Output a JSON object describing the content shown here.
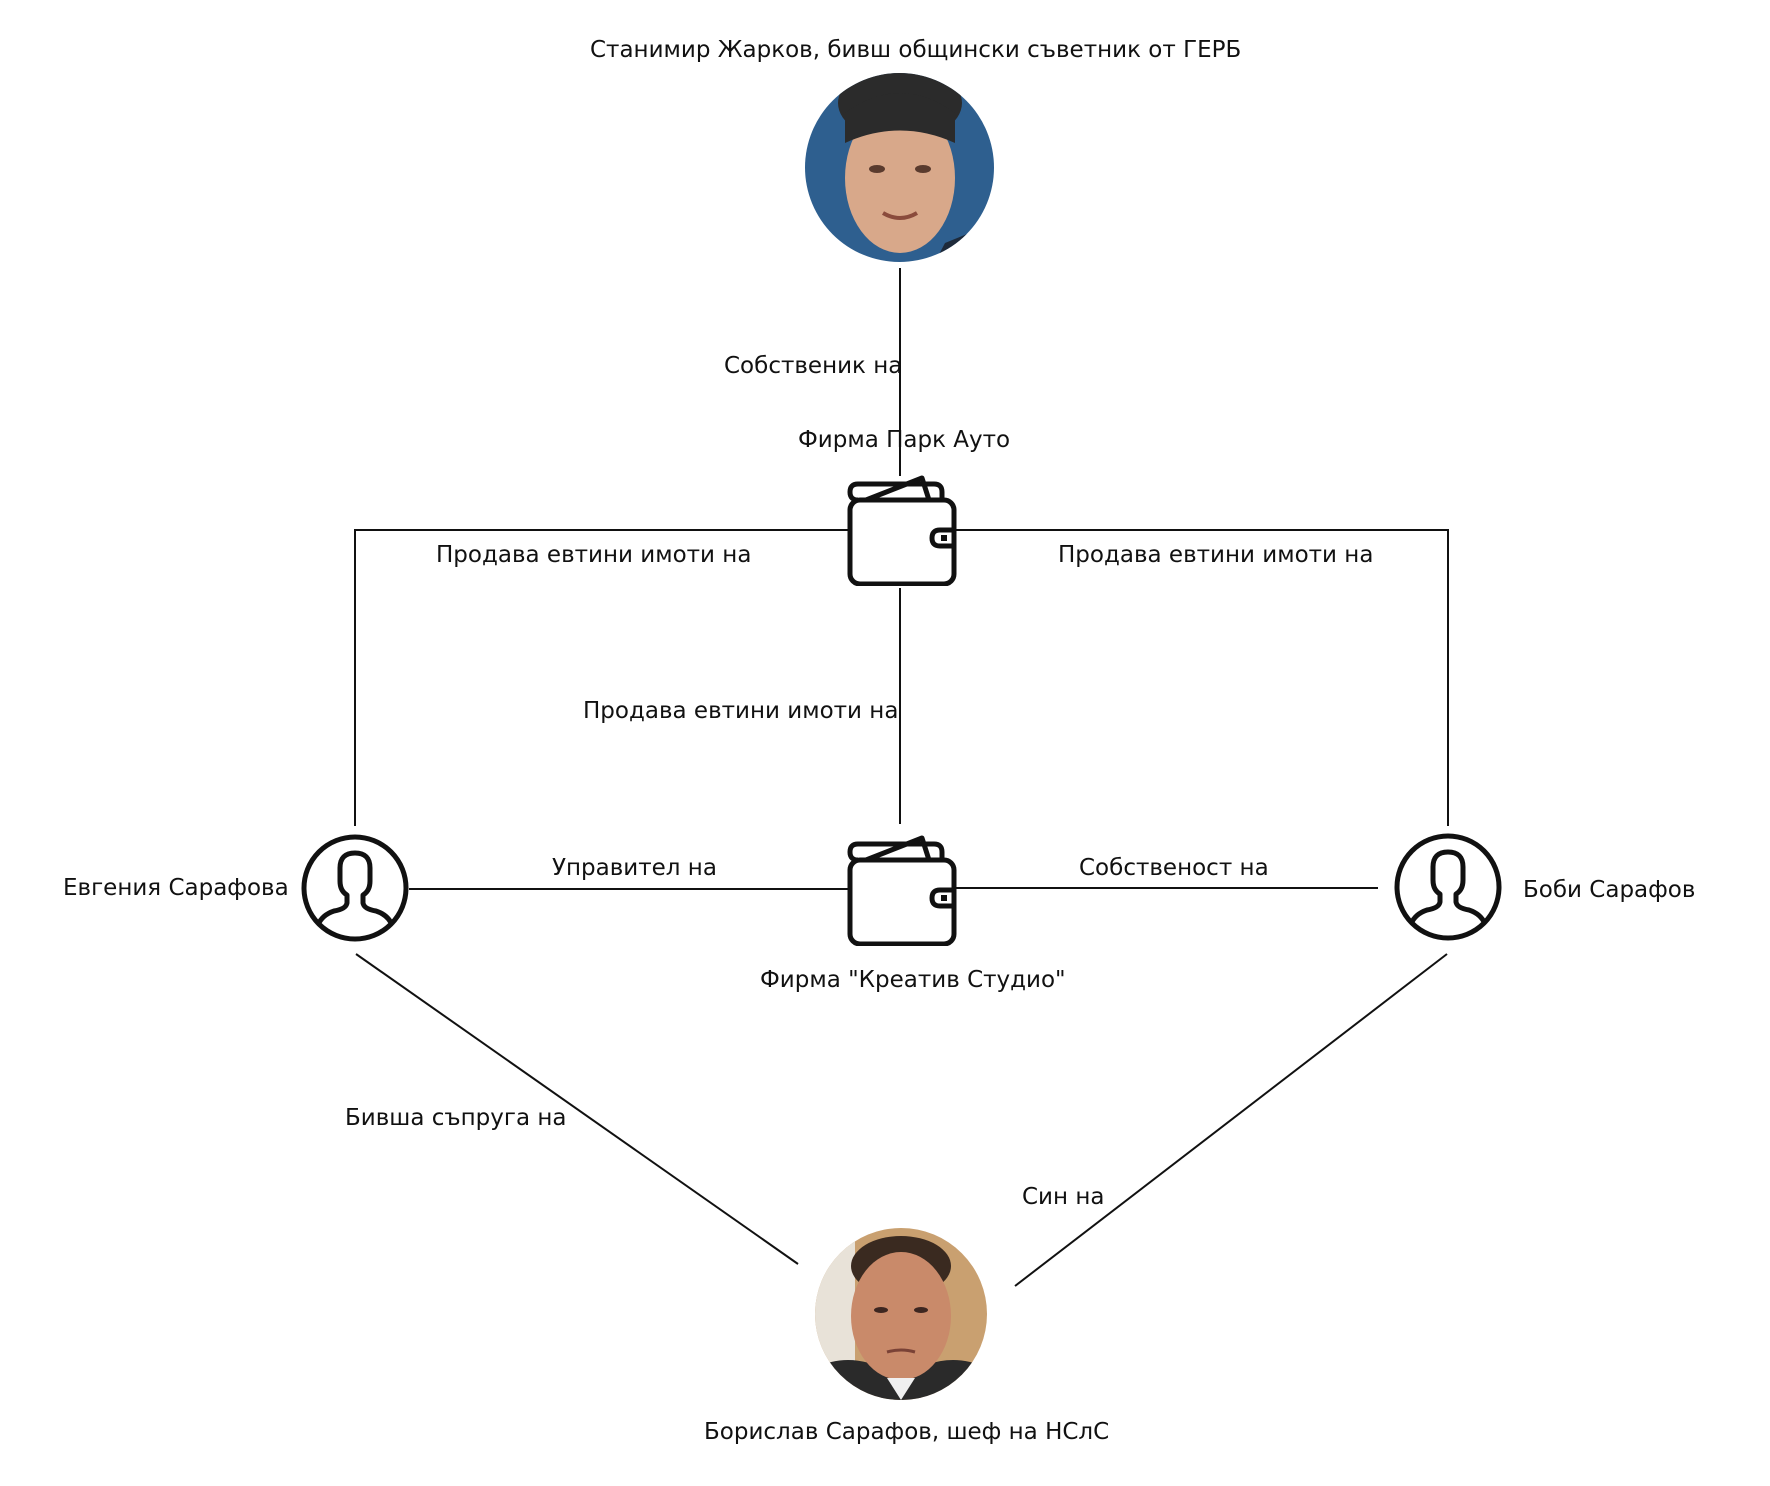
{
  "diagram": {
    "type": "relationship-network",
    "nodes": {
      "zharkov": {
        "label": "Станимир Жарков, бивш общински съветник от ГЕРБ",
        "kind": "person-photo",
        "icon": "portrait-photo"
      },
      "park_auto": {
        "label": "Фирма Парк Ауто",
        "kind": "company",
        "icon": "wallet-icon"
      },
      "kreativ": {
        "label": "Фирма \"Креатив Студио\"",
        "kind": "company",
        "icon": "wallet-icon"
      },
      "evgenia": {
        "label": "Евгения Сарафова",
        "kind": "person",
        "icon": "user-icon"
      },
      "bobi": {
        "label": "Боби Сарафов",
        "kind": "person",
        "icon": "user-icon"
      },
      "borislav": {
        "label": "Борислав Сарафов, шеф на НСлС",
        "kind": "person-photo",
        "icon": "portrait-photo"
      }
    },
    "edges": [
      {
        "from": "zharkov",
        "to": "park_auto",
        "label": "Собственик на"
      },
      {
        "from": "park_auto",
        "to": "evgenia",
        "label": "Продава евтини имоти на"
      },
      {
        "from": "park_auto",
        "to": "bobi",
        "label": "Продава евтини имоти на"
      },
      {
        "from": "park_auto",
        "to": "kreativ",
        "label": "Продава евтини имоти на"
      },
      {
        "from": "evgenia",
        "to": "kreativ",
        "label": "Управител на"
      },
      {
        "from": "kreativ",
        "to": "bobi",
        "label": "Собственост на"
      },
      {
        "from": "evgenia",
        "to": "borislav",
        "label": "Бивша съпруга на"
      },
      {
        "from": "bobi",
        "to": "borislav",
        "label": "Син на"
      }
    ]
  },
  "colors": {
    "line": "#111111",
    "photo_bg_top": "#2e5f8f",
    "photo_bg_bottom": "#c9a070"
  }
}
